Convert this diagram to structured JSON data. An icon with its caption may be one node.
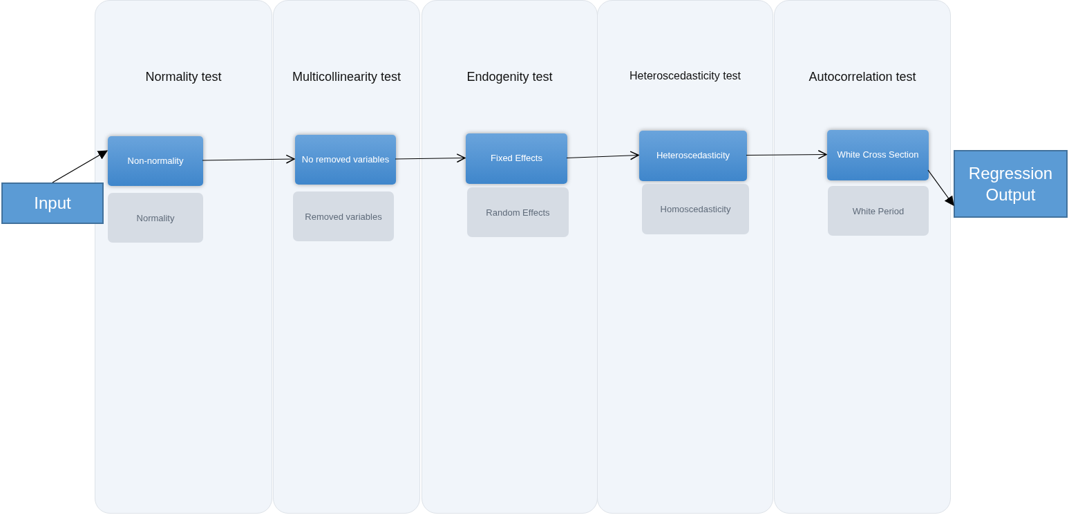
{
  "diagram": {
    "nodes": [
      {
        "text": [
          "Normality test"
        ]
      },
      {
        "text": [
          "Non-normality"
        ],
        "in": 0
      },
      {
        "text": [
          "Normality"
        ],
        "in": 0
      },
      {
        "text": [
          "Multicollinearity test"
        ]
      },
      {
        "text": [
          "No removed variables"
        ],
        "in": 3
      },
      {
        "text": [
          "Removed variables"
        ],
        "in": 3
      },
      {
        "text": [
          "Endogenity test"
        ]
      },
      {
        "text": [
          "Fixed Effects"
        ],
        "in": 6
      },
      {
        "text": [
          "Random Effects"
        ],
        "in": 6
      },
      {
        "text": [
          "Heteroscedasticity test"
        ]
      },
      {
        "text": [
          "Heteroscedasticity"
        ],
        "in": 9
      },
      {
        "text": [
          "Homoscedasticity"
        ],
        "in": 9
      },
      {
        "text": [
          "Autocorrelation test"
        ]
      },
      {
        "text": [
          "White Cross Section"
        ],
        "in": 12
      },
      {
        "text": [
          "White Period"
        ],
        "in": 12
      },
      {
        "text": [
          "Input"
        ]
      },
      {
        "text": [
          "Regression Output"
        ]
      }
    ],
    "edges": [
      {
        "from": 15,
        "to": 1,
        "arrow": "to"
      },
      {
        "from": 1,
        "to": 4,
        "arrow": "to"
      },
      {
        "from": 4,
        "to": 7,
        "arrow": "to"
      },
      {
        "from": 7,
        "to": 10,
        "arrow": "to"
      },
      {
        "from": 10,
        "to": 13,
        "arrow": "to"
      },
      {
        "from": 13,
        "to": 16,
        "arrow": "to"
      }
    ]
  }
}
